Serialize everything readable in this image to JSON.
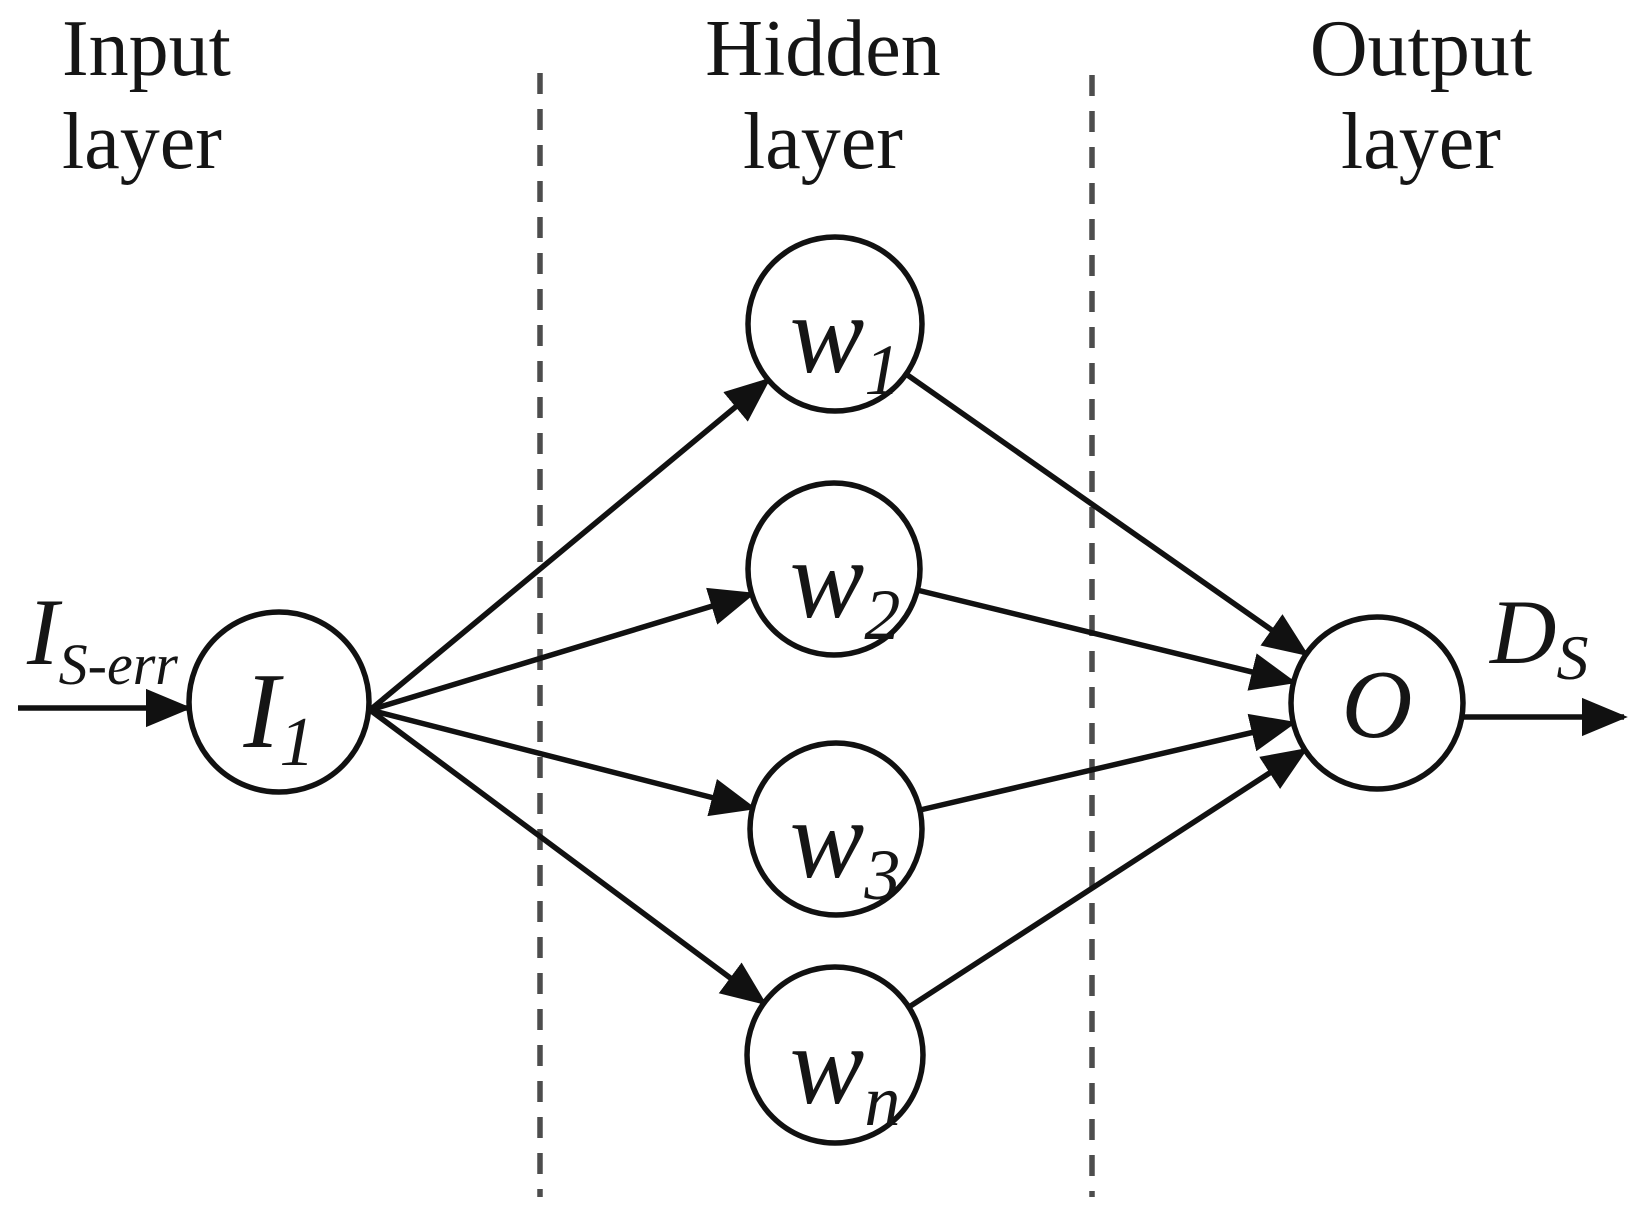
{
  "colors": {
    "line": "#111111",
    "separator": "#4d4d4d",
    "text": "#151515",
    "background": "#ffffff"
  },
  "layer_titles": {
    "input": {
      "line1": "Input",
      "line2": "layer"
    },
    "hidden": {
      "line1": "Hidden",
      "line2": "layer"
    },
    "output": {
      "line1": "Output",
      "line2": "layer"
    }
  },
  "nodes": {
    "input": {
      "label": "I",
      "sub": "1"
    },
    "hidden": [
      {
        "label": "w",
        "sub": "1"
      },
      {
        "label": "w",
        "sub": "2"
      },
      {
        "label": "w",
        "sub": "3"
      },
      {
        "label": "w",
        "sub": "n"
      }
    ],
    "output": {
      "label": "O"
    }
  },
  "annotations": {
    "input_signal": {
      "label": "I",
      "sub": "S-err"
    },
    "output_signal": {
      "label": "D",
      "sub": "S"
    }
  }
}
